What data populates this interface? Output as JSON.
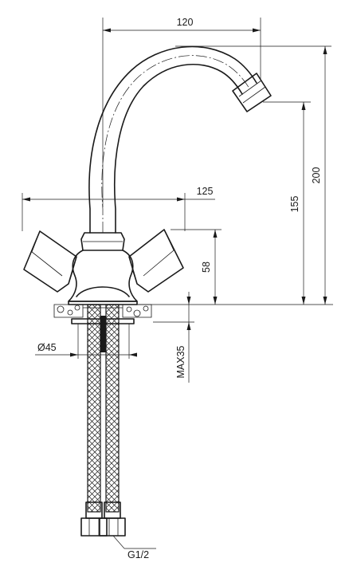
{
  "dimensions": {
    "spout_reach": "120",
    "overall_width": "125",
    "total_height": "200",
    "spout_height": "155",
    "handle_height": "58",
    "hole_diameter": "Ø45",
    "max_thickness": "MAX35",
    "thread": "G1/2"
  }
}
